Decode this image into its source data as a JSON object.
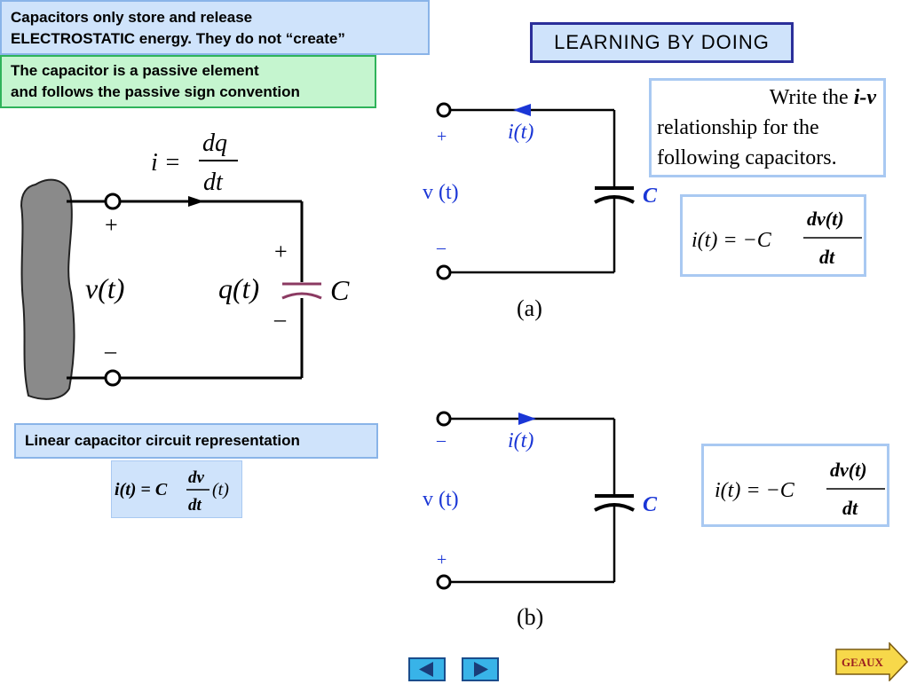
{
  "notes": {
    "line1": "Capacitors only store and release",
    "line2": "ELECTROSTATIC energy. They do not “create”",
    "passive1": "The capacitor  is a passive element",
    "passive2": "and follows the passive sign convention"
  },
  "header": {
    "title": "LEARNING BY DOING"
  },
  "task": {
    "line1_pre": "Write the ",
    "line1_var": "i-v",
    "line2": "relationship for the",
    "line3": "following capacitors."
  },
  "left_circuit": {
    "i_eq": "i =",
    "dq": "dq",
    "dt": "dt",
    "v": "v(t)",
    "q": "q(t)",
    "c": "C",
    "plus": "+",
    "minus": "–"
  },
  "linear": {
    "label": "Linear capacitor circuit representation",
    "eq_left": "i(t) = C",
    "eq_num": "dv",
    "eq_den": "dt",
    "eq_right": "(t)"
  },
  "circuit_a": {
    "current": "i(t)",
    "voltage": "v (t)",
    "cap": "C",
    "caption": "(a)",
    "plus": "+",
    "minus": "–"
  },
  "circuit_b": {
    "current": "i(t)",
    "voltage": "v (t)",
    "cap": "C",
    "caption": "(b)",
    "plus": "+",
    "minus": "–"
  },
  "answer_a": {
    "left": "i(t) = −C",
    "num": "dv(t)",
    "den": "dt"
  },
  "answer_b": {
    "left": "i(t) = −C",
    "num": "dv(t)",
    "den": "dt"
  },
  "nav": {
    "geaux": "GEAUX"
  },
  "colors": {
    "blue_label": "#1a36d6",
    "cap_plates": "#8b3a62",
    "nav_button": "#38b3e8",
    "geaux_fill": "#f7d84a",
    "geaux_text": "#9c1f1f"
  },
  "icons": {
    "prev": "triangle-left-icon",
    "next": "triangle-right-icon",
    "geaux": "arrow-right-icon"
  }
}
